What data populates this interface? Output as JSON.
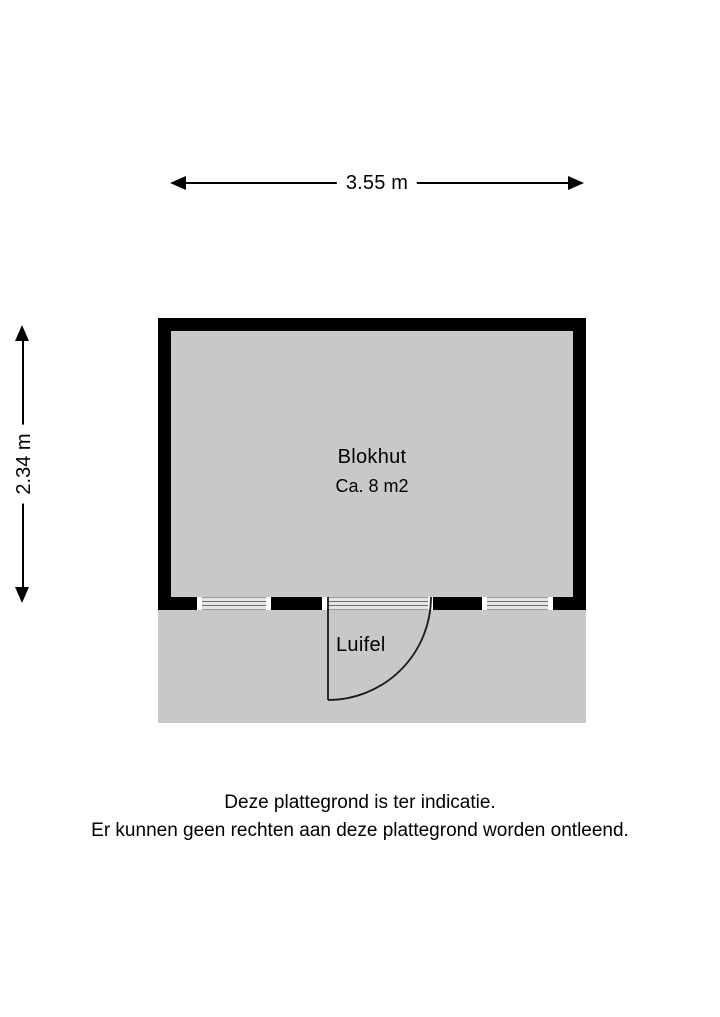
{
  "plan": {
    "dimensions": {
      "width_label": "3.55 m",
      "height_label": "2.34 m"
    },
    "rooms": [
      {
        "name": "Blokhut",
        "area_label": "Ca. 8 m2"
      }
    ],
    "canopy": {
      "label": "Luifel"
    },
    "openings": [
      {
        "type": "window",
        "name": "window-left"
      },
      {
        "type": "door",
        "name": "door-center"
      },
      {
        "type": "window",
        "name": "window-right"
      }
    ],
    "colors": {
      "wall": "#000000",
      "floor": "#c8c8c8",
      "canopy": "#c8c8c8",
      "background": "#ffffff",
      "line": "#000000"
    }
  },
  "disclaimer": {
    "line1": "Deze plattegrond is ter indicatie.",
    "line2": "Er kunnen geen rechten aan deze plattegrond worden ontleend."
  }
}
